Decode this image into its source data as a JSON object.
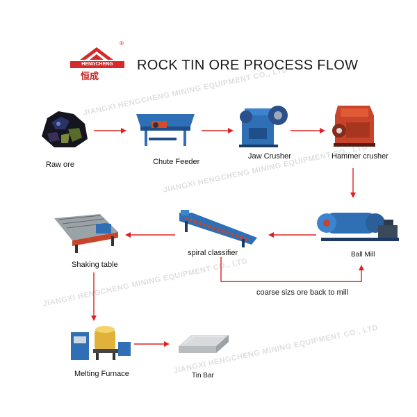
{
  "title": "ROCK TIN ORE PROCESS FLOW",
  "logo": {
    "brand": "HENGCHENG",
    "chinese": "恒成",
    "registered": "®"
  },
  "watermarks": [
    "JIANGXI HENGCHENG MINING EQUIPMENT CO., LTD",
    "JIANGXI HENGCHENG MINING EQUIPMENT CO., LTD",
    "JIANGXI HENGCHENG MINING EQUIPMENT CO., LTD",
    "JIANGXI HENGCHENG MINING EQUIPMENT CO., LTD"
  ],
  "nodes": {
    "raw_ore": "Raw ore",
    "chute_feeder": "Chute Feeder",
    "jaw_crusher": "Jaw Crusher",
    "hammer_crusher": "Hammer crusher",
    "ball_mill": "Ball Mill",
    "spiral_classifier": "spiral classifier",
    "shaking_table": "Shaking table",
    "melting_furnace": "Melting Furnace",
    "tin_bar": "Tin Bar"
  },
  "edges": {
    "return_label": "coarse sizs ore back to mill"
  },
  "colors": {
    "arrow": "#e02020",
    "brand": "#d62a2a",
    "machine_blue": "#2f6fb5",
    "machine_red": "#c8442a"
  }
}
